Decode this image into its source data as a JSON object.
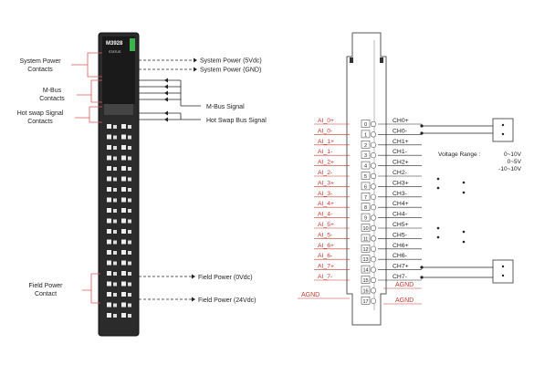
{
  "module": {
    "model": "M3928",
    "status": "STATUS"
  },
  "left_labels": {
    "system_power": [
      "System Power",
      "Contacts"
    ],
    "mbus": [
      "M-Bus",
      "Contacts"
    ],
    "hot_swap": [
      "Hot swap Signal",
      "Contacts"
    ],
    "field_power": [
      "Field Power",
      "Contact"
    ]
  },
  "right_labels": {
    "sys_5v": "System Power (5Vdc)",
    "sys_gnd": "System Power (GND)",
    "mbus_signal": "M-Bus Signal",
    "hot_swap_signal": "Hot Swap Bus Signal",
    "field_0v": "Field Power (0Vdc)",
    "field_24v": "Field Power (24Vdc)"
  },
  "ai_labels": [
    "AI_0+",
    "AI_0-",
    "AI_1+",
    "AI_1-",
    "AI_2+",
    "AI_2-",
    "AI_3+",
    "AI_3-",
    "AI_4+",
    "AI_4-",
    "AI_5+",
    "AI_5-",
    "AI_6+",
    "AI_6-",
    "AI_7+",
    "AI_7-"
  ],
  "agnd_left": "AGND",
  "pins": [
    "0",
    "1",
    "2",
    "3",
    "4",
    "5",
    "6",
    "7",
    "8",
    "9",
    "10",
    "11",
    "12",
    "13",
    "14",
    "15",
    "16",
    "17"
  ],
  "ch_labels": [
    "CH0+",
    "CH0-",
    "CH1+",
    "CH1-",
    "CH2+",
    "CH2-",
    "CH3+",
    "CH3-",
    "CH4+",
    "CH4-",
    "CH5+",
    "CH5-",
    "CH6+",
    "CH6-",
    "CH7+",
    "CH7-"
  ],
  "agnd_right": [
    "AGND",
    "AGND"
  ],
  "voltage": {
    "title": "Voltage Range :",
    "ranges": [
      "0~10V",
      "0~5V",
      "-10~10V"
    ]
  },
  "colors": {
    "module_body": "#2b2b2b",
    "label_red": "#c0392b",
    "callout_red": "#e05a5a",
    "status_green": "#3cb44b"
  }
}
